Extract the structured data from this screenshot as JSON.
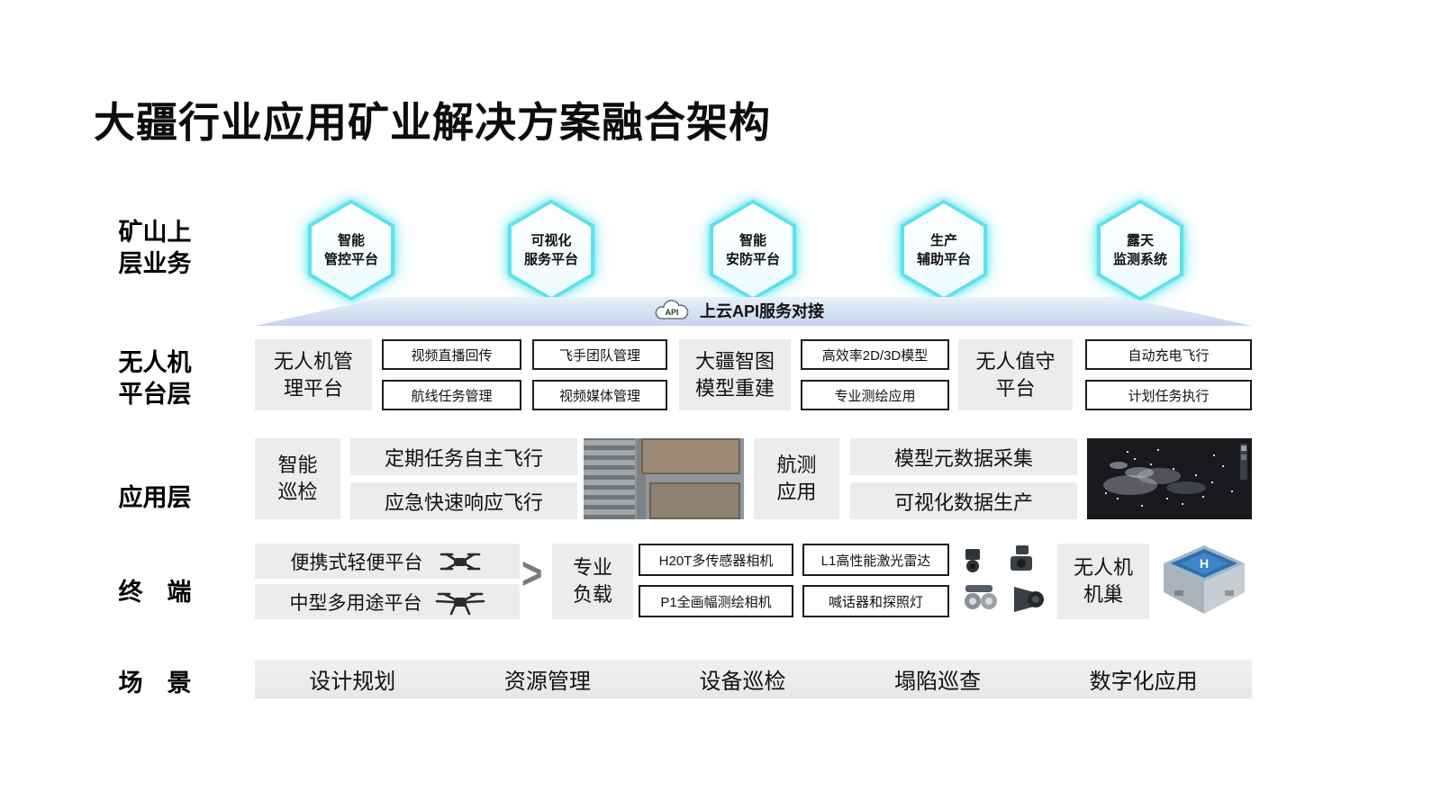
{
  "title": "大疆行业应用矿业解决方案融合架构",
  "colors": {
    "accent_cyan": "#5fe0ea",
    "box_gray": "#ececec",
    "band_blue": "#c3d5ea"
  },
  "rows": {
    "upper_label_lines": [
      "矿山上",
      "层业务"
    ],
    "platform_label_lines": [
      "无人机",
      "平台层"
    ],
    "application_label": "应用层",
    "terminal_label": "终　端",
    "scenario_label": "场　景"
  },
  "upper": {
    "hexagons": [
      {
        "lines": [
          "智能",
          "管控平台"
        ]
      },
      {
        "lines": [
          "可视化",
          "服务平台"
        ]
      },
      {
        "lines": [
          "智能",
          "安防平台"
        ]
      },
      {
        "lines": [
          "生产",
          "辅助平台"
        ]
      },
      {
        "lines": [
          "露天",
          "监测系统"
        ]
      }
    ]
  },
  "api_band": {
    "icon_text": "API",
    "label": "上云API服务对接"
  },
  "platform": {
    "groups": [
      {
        "main_lines": [
          "无人机管",
          "理平台"
        ],
        "items": [
          "视频直播回传",
          "飞手团队管理",
          "航线任务管理",
          "视频媒体管理"
        ]
      },
      {
        "main_lines": [
          "大疆智图",
          "模型重建"
        ],
        "items": [
          "高效率2D/3D模型",
          "专业测绘应用"
        ]
      },
      {
        "main_lines": [
          "无人值守",
          "平台"
        ],
        "items": [
          "自动充电飞行",
          "计划任务执行"
        ]
      }
    ]
  },
  "application": {
    "box1_lines": [
      "智能",
      "巡检"
    ],
    "stack1": [
      "定期任务自主飞行",
      "应急快速响应飞行"
    ],
    "box2_lines": [
      "航测",
      "应用"
    ],
    "stack2": [
      "模型元数据采集",
      "可视化数据生产"
    ]
  },
  "terminal": {
    "platforms": [
      "便携式轻便平台",
      "中型多用途平台"
    ],
    "payload_lines": [
      "专业",
      "负载"
    ],
    "payload_items": [
      "H20T多传感器相机",
      "L1高性能激光雷达",
      "P1全画幅测绘相机",
      "喊话器和探照灯"
    ],
    "dock_lines": [
      "无人机",
      "机巢"
    ]
  },
  "scenarios": [
    "设计规划",
    "资源管理",
    "设备巡检",
    "塌陷巡查",
    "数字化应用"
  ]
}
